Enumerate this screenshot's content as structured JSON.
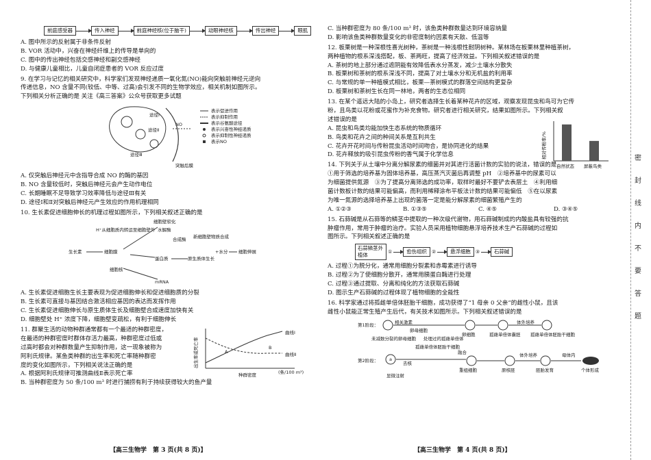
{
  "header_flow": [
    "前庭感受器",
    "传入神经",
    "前庭神经核(位于脑干)",
    "动眼神经核",
    "传出神经",
    "眼肌"
  ],
  "left": {
    "q8_opts": [
      "A. 图中所示的反射属于非条件反射",
      "B. VOR 活动中，兴奋在神经纤维上的传导是单向的",
      "C. 图中的传出神经包括交感神经和副交感神经",
      "D. 与健康儿童相比，儿童自闭症患者的 VOR 反应过度"
    ],
    "q9_lines": [
      "9. 在学习与记忆的相关研究中，科学家们发现神经递质一氧化氮(NO)能向突触前神经元逆向",
      "传递信息，NO 含量不同(较低、中等、过高)会引发不同的生物学效应，相关机制如图所示。",
      "下列相关分析正确的是 关注《高三答案》公众号获取更多试题"
    ],
    "q9_fig": {
      "route1": "途径Ⅰ",
      "route2": "途径Ⅱ",
      "route3": "途径Ⅲ",
      "no": "NO",
      "postsyn": "突触后膜",
      "legend": [
        "表示促进作用",
        "表示抑制作用",
        "表示谷氨酸途径",
        "表示兴奋性神经递质",
        "表示抑制性神经递质",
        "表示NO"
      ]
    },
    "q9_opts": [
      "A. 仅突触后神经元中含指导合成 NO 的酶的基因",
      "B. NO 含量较低时，突触后神经元会产生动作电位",
      "C. 长期睡眠不足导致学习效率降低与途径Ⅲ有关",
      "D. 途径Ⅰ和Ⅱ对突触后神经元产生效应的作用机理相同"
    ],
    "q10_stem": "10. 生长素促进细胞伸长的机理过程如图所示，下列相关叙述正确的是",
    "q10_fig": {
      "auxin": "生长素",
      "membrane": "细胞膜",
      "h_pump": "H⁺从细胞质内转运至细胞壁外",
      "wall_soft": "细胞壁软化",
      "water": "水解酶",
      "synthase": "合成酶",
      "new_wall": "新细胞壁物质合成",
      "protein": "蛋白质",
      "protoplasm": "原生质体生长",
      "water_in": "+水分",
      "elong": "细胞伸展",
      "nucleus": "细胞核",
      "mrna": "mRNA"
    },
    "q10_opts": [
      "A. 生长素促进细胞生长主要表现为促进细胞伸长和促进细胞质的分裂",
      "B. 生长素可直接与基因结合激活相应基因的表达而发挥作用",
      "C. 生长素促进细胞伸长与原生质体生长及细胞壁合成速度加快有关",
      "D. 细胞壁处 H⁺ 浓度下降，细胞壁变疏松，有利于细胞伸长"
    ],
    "q11_lines": [
      "11. 群聚生活的动物种群通常都有一个最适的种群密度，",
      "在最适的种群密度时群体存活力最高，种群密度过低或",
      "过高时都会对种群数量产生抑制作用，这一现象被称为",
      "阿利氏规律。某鱼类种群的出生率和死亡率随种群密",
      "度的变化如图所示，下列相关说法正确的是"
    ],
    "q11_chart_labels": {
      "ylabel": "出生率或死亡率",
      "xlabel": "种群密度",
      "curve1": "曲线Ⅰ",
      "curve2": "曲线Ⅱ",
      "point_a": "A",
      "point_b": "B",
      "x_unit": "(条/100 m³)"
    },
    "q11_opts": [
      "A. 根据阿利氏规律可推测曲线Ⅱ表示死亡率",
      "B. 当种群密度为 50 条/100 m³ 时进行捕捞有利于持续获得较大的鱼产量"
    ],
    "footer": "【高三生物学　第 3 页(共 8 页)】"
  },
  "right": {
    "q11_opts": [
      "C. 当种群密度为 80 条/100 m³ 时，该鱼类种群数量达到环境容纳量",
      "D. 影响该鱼类种群数量变化的非密度制约因素有天敌、低温等"
    ],
    "q12_lines": [
      "12. 板栗树是一种深根性喜光树种，茶树是一种浅根性耐阴树种。某林场在板栗林里种植茶树，",
      "两种植物的根系深浅搭配，板、茶两旺，提高了经济效益。下列相关叙述错误的是"
    ],
    "q12_opts": [
      "A. 茶树的地上部分通过遮阴能有效降低表水分蒸发，减少土壤水分散失",
      "B. 板栗树和茶树的根系深浅不同，提高了对土壤水分和无机盐的利用率",
      "C. 与常规的单一种植模式相比，板栗—茶树模式的群落空间结构更复杂",
      "D. 板栗树和茶树生长在同一林地，两者的生态位相同"
    ],
    "q13_lines": [
      "13. 在某个遥远大陆的小岛上，研究者选择生长着某种花卉的区域，观察发现昆虫和鸟可为它传",
      "粉，且鸟类以花粉或花蜜作为补充食物。研究者进行相关研究，结果如图所示。下列相关叙",
      "述错误的是"
    ],
    "q13_opts": [
      "A. 昆虫和鸟类均能加快生态系统的物质循环",
      "B. 鸟类和花卉之间的种间关系是互利共生",
      "C. 花卉开花时间与传粉昆虫活动时间吻合，是协同进化的结果",
      "D. 花卉释放的吸引昆虫传粉的香气属于化学信息"
    ],
    "q14_lines": [
      "14. 下列关于从土壤中分离分解尿素的细菌并对其进行活菌计数的实验的说法，错误的是",
      "①用于筛选的培养基为固体培养基，高压蒸汽灭菌后再调整 pH　②培养基中的尿素可以",
      "为细菌提供氮源　③为了提高分离筛选的成功率，取样时最好不要铲去表层土　④利用细",
      "菌计数板计数的结果可能偏高，而利用稀释涂布平板法计数的结果可能偏低　⑤在以尿素",
      "为唯一氮源的选择培养基上出现的菌落一定是能分解尿素的细菌繁殖产生的"
    ],
    "q14_opts": [
      "A. ①②③",
      "B. ①③⑤",
      "C. ④⑤",
      "D. ③④⑤"
    ],
    "q15_lines": [
      "15. 石蒜碱是从石蒜等的鳞茎中提取的一种次级代谢物，用石蒜碱制成的内酸盐具有较强的抗",
      "肿瘤作用，常用于肿瘤的治疗。实验人员采用植物细胞悬浮培养技术生产石蒜碱的过程如",
      "图所示。下列相关叙述正确的是"
    ],
    "q15_flow": {
      "start": "石蒜鳞茎外植体",
      "s1": "①",
      "b1": "愈伤组织",
      "s2": "②",
      "b2": "悬浮细胞",
      "s3": "③",
      "b3": "石蒜碱"
    },
    "q15_opts": [
      "A. 过程①为脱分化，通常用细胞分裂素和赤霉素进行诱导",
      "B. 过程②为了使细胞分散开，通常用胰蛋白酶进行处理",
      "C. 过程③通过提取、分离和纯化的方法获取石蒜碱",
      "D. 图示生产石蒜碱的过程体现了植物细胞的全能性"
    ],
    "q16_lines": [
      "16. 科学家通过将孤雌单倍体胚胎干细胞，成功获得了“1 母亲 0 父亲”的雌性小鼠，且该",
      "雌性小鼠能正常生殖产生后代，有关技术如图所示。下列相关叙述错误的是"
    ],
    "q16_fig": {
      "stage1": "第1阶段：",
      "stage2": "第2阶段：",
      "s1": [
        "相关激素",
        "卵母细胞",
        "未减数分裂的卵母细胞",
        "处理过的孤雌单倍体",
        "卵细胞",
        "孤雌单倍体囊胚",
        "体外培养",
        "孤雌单倍体胚胎干细胞"
      ],
      "s2": [
        "孤雌单倍体胚胎干细胞",
        "a",
        "去核",
        "融合",
        "重组细胞",
        "原核胚",
        "体外培养",
        "胚胎发育",
        "母体内",
        "个体形成",
        "显微注射"
      ]
    },
    "footer": "【高三生物学　第 4 页(共 8 页)】"
  },
  "binding_text": "密封线内不要答题",
  "chart_data": {
    "type": "bar",
    "categories": [
      "自然状态",
      "屏蔽鸟类"
    ],
    "values": [
      95,
      52
    ],
    "title": "",
    "xlabel": "",
    "ylabel": "相对传粉率/%",
    "ylim": [
      0,
      100
    ]
  }
}
